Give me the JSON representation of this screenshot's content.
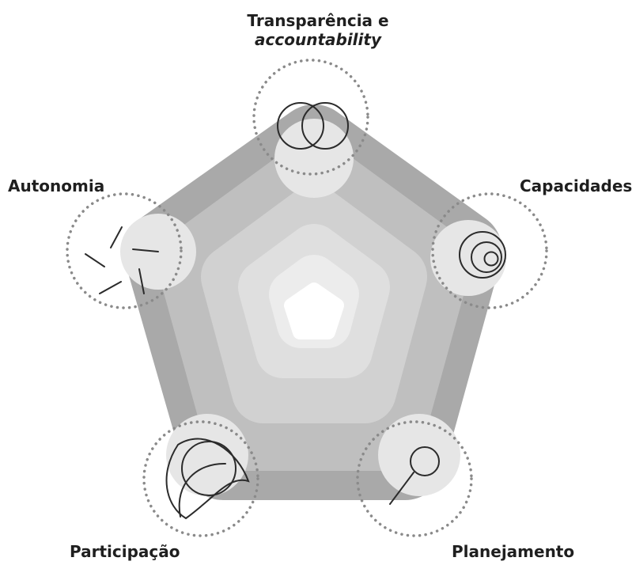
{
  "diagram": {
    "dimensions": [
      {
        "id": "transparencia",
        "line1": "Transparência e",
        "line2": "accountability"
      },
      {
        "id": "capacidades",
        "label": "Capacidades"
      },
      {
        "id": "planejamento",
        "label": "Planejamento"
      },
      {
        "id": "participacao",
        "label": "Participação"
      },
      {
        "id": "autonomia",
        "label": "Autonomia"
      }
    ],
    "colors": {
      "ring_outer": "#a9a9a9",
      "ring_2": "#c0c0c0",
      "ring_3": "#d1d1d1",
      "ring_4": "#dedede",
      "ring_5": "#ebebeb",
      "center": "#ffffff",
      "node_fill": "#e6e6e6",
      "dots": "#8a8a8a",
      "icon_stroke": "#2b2b2b"
    }
  }
}
